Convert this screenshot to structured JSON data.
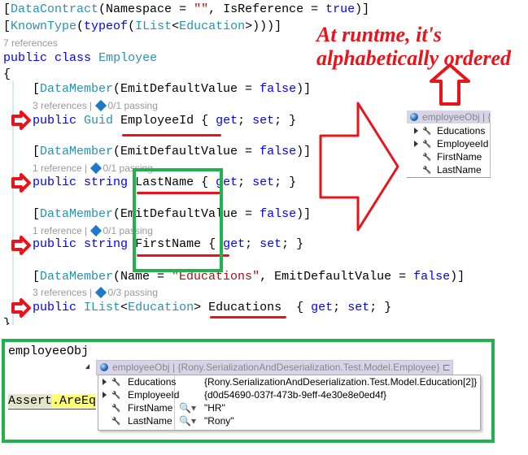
{
  "code": {
    "line1": {
      "open": "[",
      "type": "DataContract",
      "rest1": "(Namespace = ",
      "str": "\"\"",
      "rest2": ", IsReference = ",
      "kw": "true",
      "close": ")]"
    },
    "line2": {
      "open": "[",
      "type": "KnownType",
      "p1": "(",
      "kw": "typeof",
      "p2": "(",
      "type2": "IList",
      "lt": "<",
      "type3": "Education",
      "gt": ">",
      "close": ")))]"
    },
    "class_lens": "7 references",
    "class_decl": {
      "kw1": "public",
      "kw2": "class",
      "name": "Employee"
    },
    "open_brace": "{",
    "close_brace": "}",
    "members": [
      {
        "attr_open": "[",
        "attr": "DataMember",
        "attr_args": "(EmitDefaultValue = ",
        "attr_kw": "false",
        "attr_close": ")]",
        "refs": "3 references",
        "tests": "0/1 passing",
        "kw": "public",
        "type": "Guid",
        "name": "EmployeeId",
        "accessors_open": "{ ",
        "get": "get",
        "semi1": "; ",
        "set": "set",
        "semi2": "; }"
      },
      {
        "attr_open": "[",
        "attr": "DataMember",
        "attr_args": "(EmitDefaultValue = ",
        "attr_kw": "false",
        "attr_close": ")]",
        "refs": "1 reference",
        "tests": "0/1 passing",
        "kw": "public",
        "type": "string",
        "name": "LastName",
        "accessors_open": "{ ",
        "get": "get",
        "semi1": "; ",
        "set": "set",
        "semi2": "; }"
      },
      {
        "attr_open": "[",
        "attr": "DataMember",
        "attr_args": "(EmitDefaultValue = ",
        "attr_kw": "false",
        "attr_close": ")]",
        "refs": "1 reference",
        "tests": "0/1 passing",
        "kw": "public",
        "type": "string",
        "name": "FirstName",
        "accessors_open": "{ ",
        "get": "get",
        "semi1": "; ",
        "set": "set",
        "semi2": "; }"
      },
      {
        "attr_open": "[",
        "attr": "DataMember",
        "attr_args": "(Name = ",
        "attr_str": "\"Educations\"",
        "attr_args2": ", EmitDefaultValue = ",
        "attr_kw": "false",
        "attr_close": ")]",
        "refs": "3 references",
        "tests": "0/3 passing",
        "kw": "public",
        "type": "IList",
        "lt": "<",
        "type2": "Education",
        "gt": ">",
        "name": "Educations",
        "accessors_open": "{ ",
        "get": "get",
        "semi1": "; ",
        "set": "set",
        "semi2": "; }"
      }
    ]
  },
  "annotation": {
    "line1": "At runtme, it's",
    "line2": "alphabetically ordered"
  },
  "small_popup": {
    "title": "employeeObj",
    "title_tail": "{",
    "items": [
      "Educations",
      "EmployeeId",
      "FirstName",
      "LastName"
    ]
  },
  "debug": {
    "variable": "employeeObj",
    "assert_a": "Assert",
    "assert_b": ".AreEq",
    "tooltip": {
      "name": "employeeObj",
      "value": "{Rony.SerializationAndDeserialization.Test.Model.Employee}",
      "rows": [
        {
          "name": "Educations",
          "value": "{Rony.SerializationAndDeserialization.Test.Model.Education[2]}",
          "expandable": true,
          "viewer": false
        },
        {
          "name": "EmployeeId",
          "value": "{d0d54690-037f-473b-9eff-4e30e8e0ed4f}",
          "expandable": true,
          "viewer": false
        },
        {
          "name": "FirstName",
          "value": "\"HR\"",
          "expandable": false,
          "viewer": true
        },
        {
          "name": "LastName",
          "value": "\"Rony\"",
          "expandable": false,
          "viewer": true
        }
      ]
    }
  },
  "colors": {
    "keyword": "#0000ff",
    "type": "#2b91af",
    "string": "#a31515",
    "annotation_red": "#e8141c",
    "highlight_green": "#22b14c"
  }
}
